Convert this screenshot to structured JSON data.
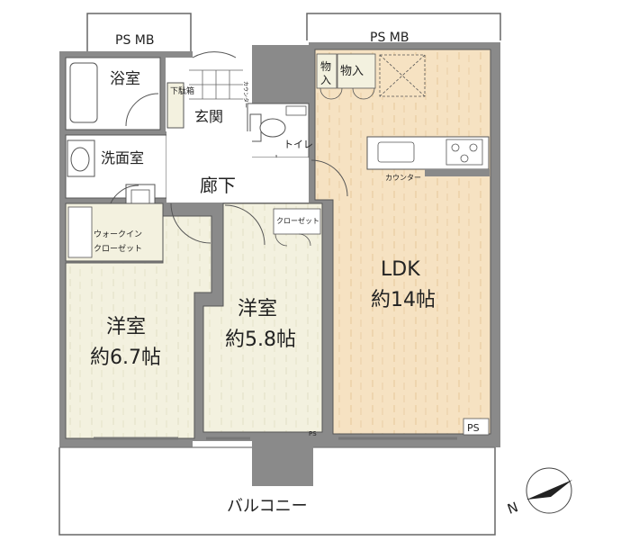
{
  "labels": {
    "ps_mb_left": "PS MB",
    "ps_mb_right": "PS MB",
    "bath": "浴室",
    "storage_mark": "下駄箱",
    "entrance": "玄関",
    "counter_small": "カウンター",
    "toilet": "トイレ",
    "washroom": "洗面室",
    "hallway": "廊下",
    "wic_line1": "ウォークイン",
    "wic_line2": "クローゼット",
    "closet": "クローゼット",
    "storage_a_line1": "物",
    "storage_a_line2": "入",
    "storage_b": "物入",
    "kitchen_counter": "カウンター",
    "ldk_name": "LDK",
    "ldk_size": "約14帖",
    "room1_name": "洋室",
    "room1_size": "約6.7帖",
    "room2_name": "洋室",
    "room2_size": "約5.8帖",
    "ps_small": "PS",
    "ps_tiny": "PS",
    "balcony": "バルコニー",
    "north": "N"
  },
  "colors": {
    "wall": "#8a8a8a",
    "ldk_floor": "#f6e2c2",
    "room_floor": "#f3f1df",
    "outline": "#555555"
  }
}
